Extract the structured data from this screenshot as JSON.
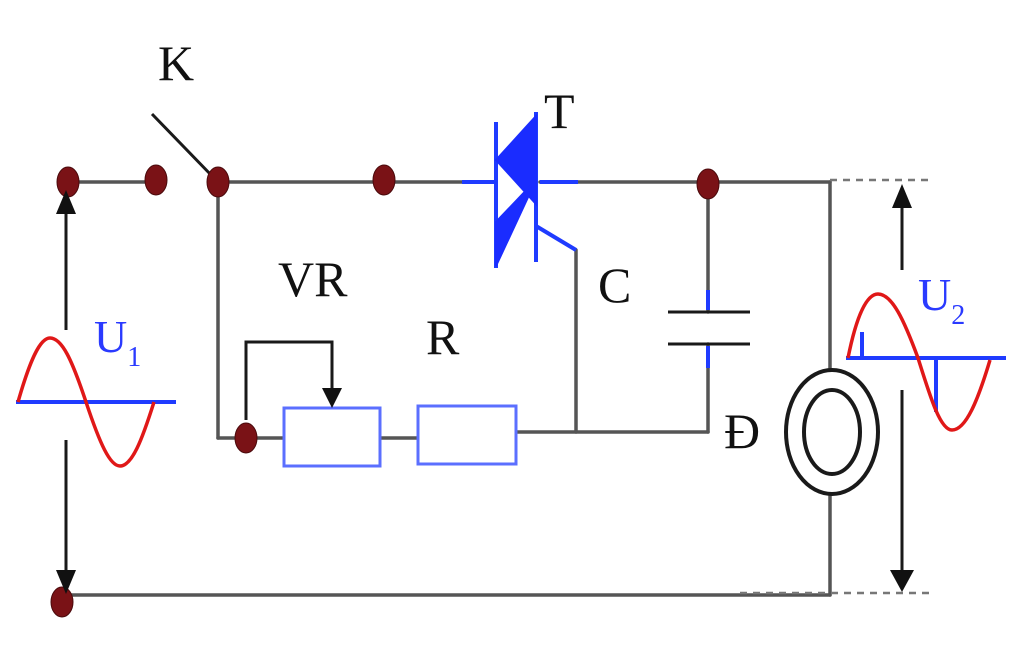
{
  "labels": {
    "switch": "K",
    "triac": "T",
    "potentiometer": "VR",
    "resistor": "R",
    "capacitor": "C",
    "lamp": "Đ",
    "input_voltage": "U",
    "input_voltage_sub": "1",
    "output_voltage": "U",
    "output_voltage_sub": "2"
  },
  "colors": {
    "wire": "#555555",
    "node": "#7a1216",
    "component_outline": "#5b6fff",
    "axis_blue": "#1f3bff",
    "waveform_red": "#e01818",
    "triac_fill": "#1a2cff"
  },
  "icons": {
    "lamp": "lamp-icon",
    "triac": "triac-icon",
    "capacitor": "capacitor-icon",
    "switch": "switch-icon"
  }
}
